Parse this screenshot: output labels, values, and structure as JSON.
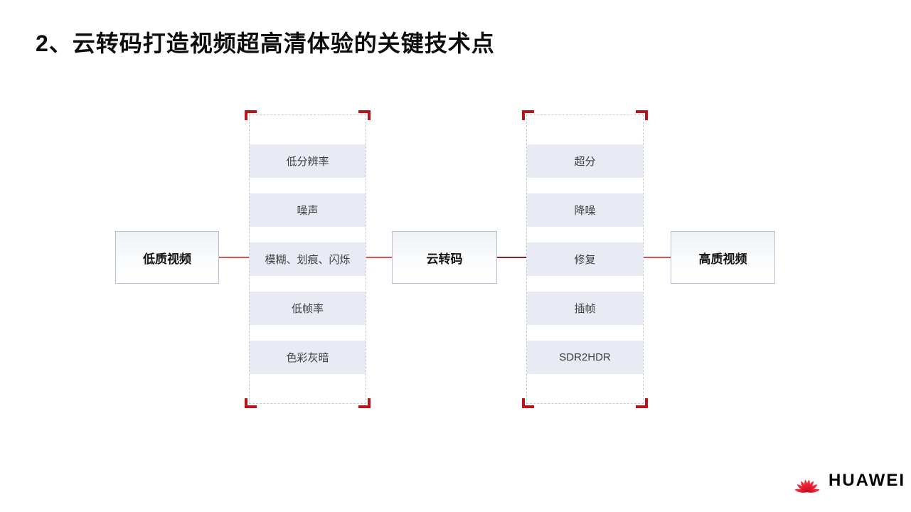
{
  "slide": {
    "title": "2、云转码打造视频超高清体验的关键技术点"
  },
  "diagram": {
    "input_box": {
      "label": "低质视频"
    },
    "process_box": {
      "label": "云转码"
    },
    "output_box": {
      "label": "高质视频"
    },
    "defects_group": {
      "items": [
        "低分辨率",
        "噪声",
        "模糊、划痕、闪烁",
        "低帧率",
        "色彩灰暗"
      ]
    },
    "techniques_group": {
      "items": [
        "超分",
        "降噪",
        "修复",
        "插帧",
        "SDR2HDR"
      ]
    },
    "colors": {
      "bracket_red": "#b8151b",
      "connector_red": "#e05252",
      "connector_dark_red": "#8e2023",
      "row_background": "#e9ebf4",
      "box_border": "#b7c1d4"
    }
  },
  "footer": {
    "logo_text": "HUAWEI",
    "logo_icon": "huawei-flower-icon",
    "brand_red": "#e60012"
  }
}
